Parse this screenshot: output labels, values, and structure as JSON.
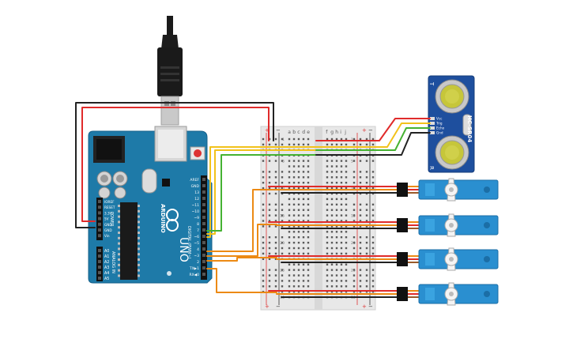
{
  "arduino": {
    "brand": "ARDUINO",
    "model": "UNO",
    "power_header_label": "POWER",
    "analog_header_label": "ANALOG IN",
    "digital_header_label": "DIGITAL (PWM~)",
    "power_pins": [
      "IOREF",
      "RESET",
      "3.3V",
      "5V",
      "GND",
      "GND",
      "Vin"
    ],
    "analog_pins": [
      "A0",
      "A1",
      "A2",
      "A3",
      "A4",
      "A5"
    ],
    "digital_pins": [
      "AREF",
      "GND",
      "13",
      "12",
      "~11",
      "~10",
      "~9",
      "8",
      "7",
      "~6",
      "~5",
      "4",
      "~3",
      "2",
      "TX▶1",
      "RX◀0"
    ]
  },
  "breadboard": {
    "col_letters_left": [
      "a",
      "b",
      "c",
      "d",
      "e"
    ],
    "col_letters_right": [
      "f",
      "g",
      "h",
      "i",
      "j"
    ],
    "row_numbers": [
      "1",
      "5",
      "10",
      "15",
      "20",
      "25",
      "30"
    ],
    "rail_plus": "+",
    "rail_minus": "−"
  },
  "ultrasonic": {
    "model": "HC-SR04",
    "pins": [
      "Vcc",
      "Trig",
      "Echo",
      "Gnd"
    ],
    "t_label": "T",
    "r_label": "R"
  },
  "colors": {
    "arduino_blue": "#1e7aa8",
    "sensor_blue": "#1e4f9e",
    "servo_blue": "#2a8fd0",
    "wire_red": "#e02b2b",
    "wire_black": "#222222",
    "wire_yellow": "#f2c21b",
    "wire_green": "#45b232",
    "wire_orange": "#ec8a14",
    "wire_brown": "#9a5a2a"
  }
}
